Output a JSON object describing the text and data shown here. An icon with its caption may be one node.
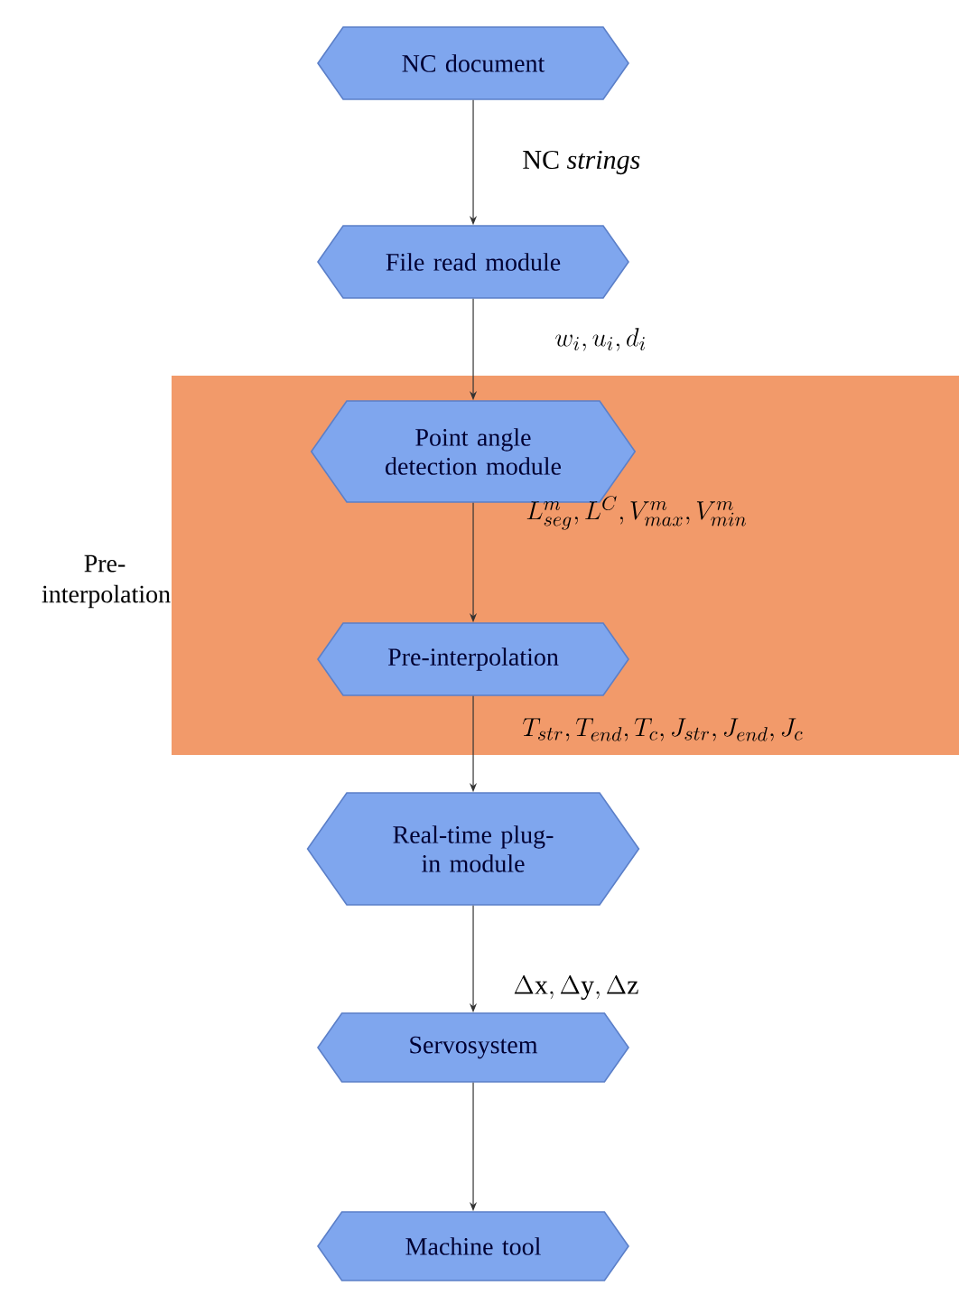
{
  "diagram": {
    "nodes": [
      {
        "text": [
          "NC document"
        ]
      },
      {
        "text": [
          "File read module"
        ]
      },
      {
        "text": [
          "Pre-interpolation"
        ]
      },
      {
        "text": [
          "Point angle detection module"
        ],
        "in": 2
      },
      {
        "text": [
          "Pre-interpolation"
        ],
        "in": 2
      },
      {
        "text": [
          "Real-time plug-in module"
        ]
      },
      {
        "text": [
          "Servosystem"
        ]
      },
      {
        "text": [
          "Machine tool"
        ]
      }
    ],
    "edges": [
      {
        "from": 0,
        "to": 1,
        "arrow": "to",
        "label": "NC *strings*"
      },
      {
        "from": 1,
        "to": 3,
        "arrow": "to",
        "label": "w_i, u_i, d_i"
      },
      {
        "from": 3,
        "to": 4,
        "arrow": "to",
        "label": "L_{seg}^{m}, L^{C}, V_{max}^{m}, V_{min}^{m}"
      },
      {
        "from": 4,
        "to": 5,
        "arrow": "to",
        "label": "T_{str}, T_{end}, T_{c}, J_{str}, J_{end}, J_{c}"
      },
      {
        "from": 5,
        "to": 6,
        "arrow": "to",
        "label": "\\Delta \\mathrm{x}, \\Delta \\mathrm{y}, \\Delta \\mathrm{z}"
      },
      {
        "from": 6,
        "to": 7,
        "arrow": "to"
      }
    ]
  }
}
